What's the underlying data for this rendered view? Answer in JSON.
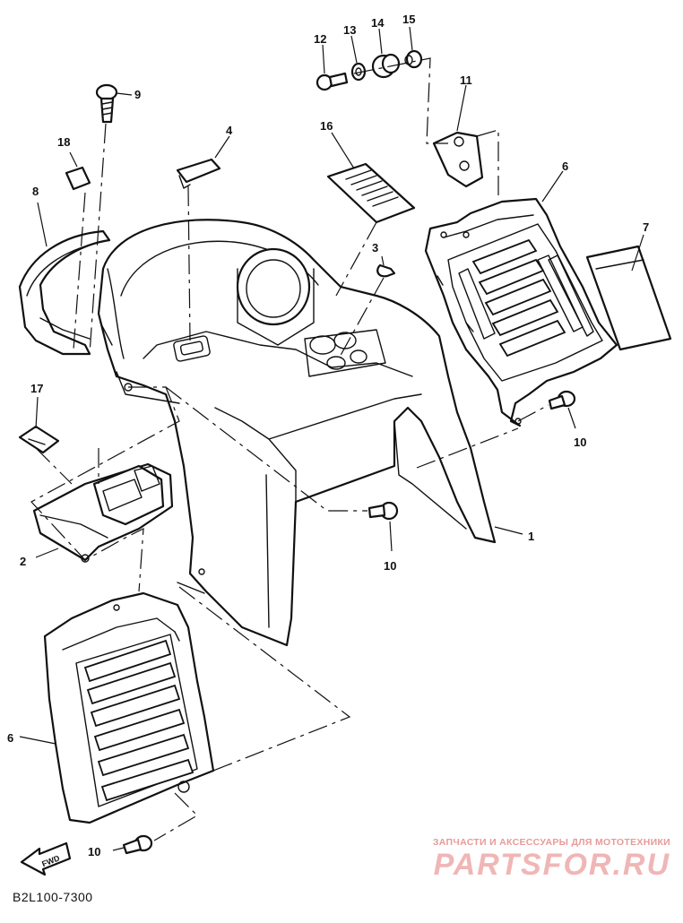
{
  "callouts": {
    "p1": "1",
    "p2": "2",
    "p3": "3",
    "p4": "4",
    "p6a": "6",
    "p6b": "6",
    "p7": "7",
    "p8": "8",
    "p9": "9",
    "p10a": "10",
    "p10b": "10",
    "p10c": "10",
    "p11": "11",
    "p12": "12",
    "p13": "13",
    "p14": "14",
    "p15": "15",
    "p16": "16",
    "p17": "17",
    "p18": "18"
  },
  "arrow": {
    "label": "FWD"
  },
  "footer": {
    "code": "B2L100-7300"
  },
  "watermark": {
    "tagline": "ЗАПЧАСТИ И АКСЕССУАРЫ ДЛЯ МОТОТЕХНИКИ",
    "logo": "PARTSFOR.RU"
  },
  "colors": {
    "line": "#111111",
    "watermark": "#f0b6b6"
  }
}
